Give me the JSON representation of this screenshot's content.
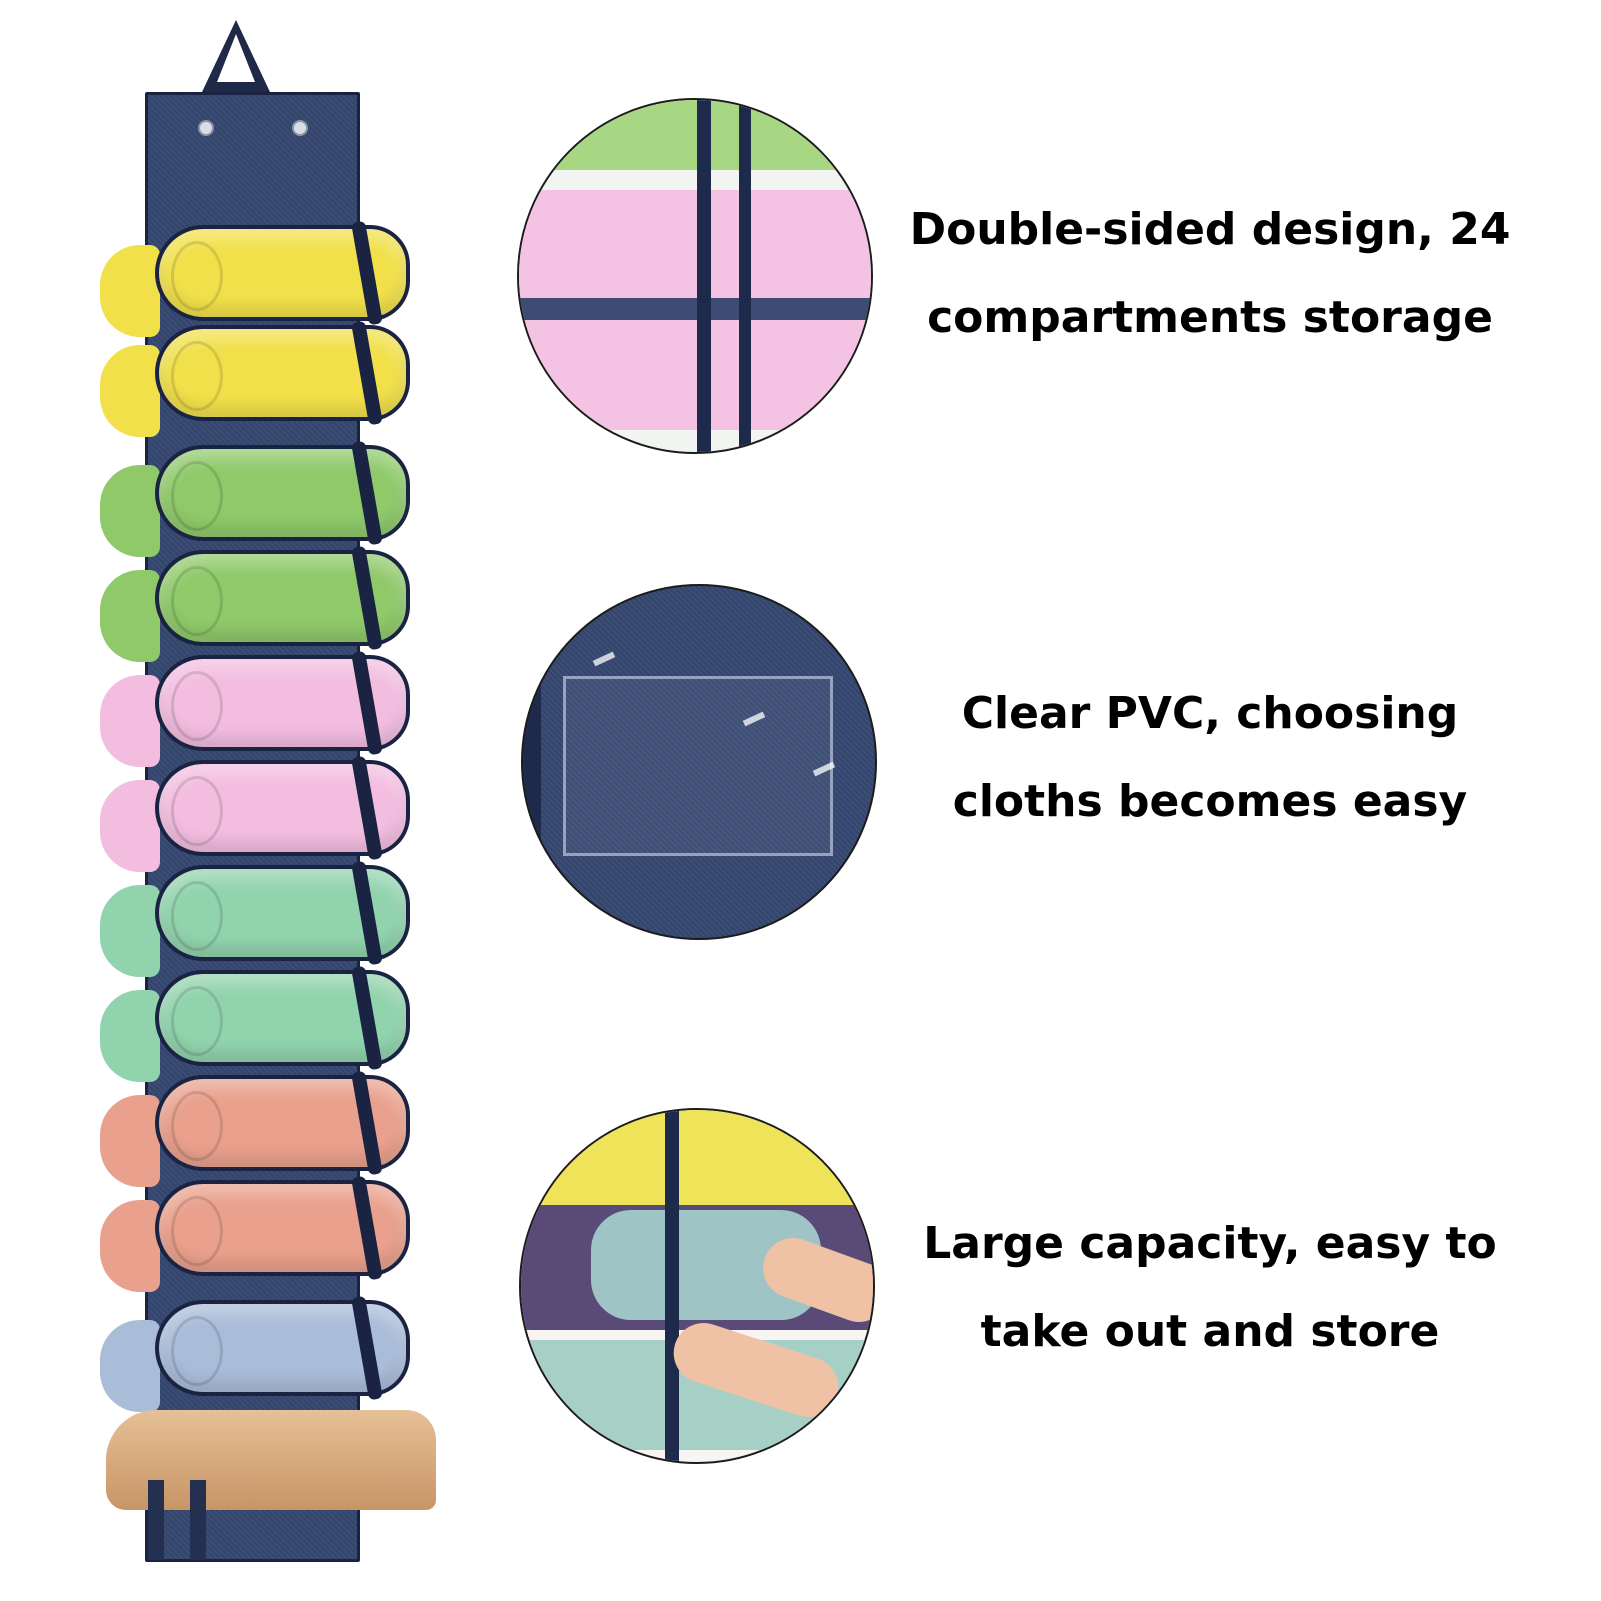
{
  "features": [
    {
      "lines": [
        "Double-sided design, 24",
        "compartments storage"
      ]
    },
    {
      "lines": [
        "Clear PVC, choosing",
        "cloths becomes easy"
      ]
    },
    {
      "lines": [
        "Large capacity, easy to",
        "take out and store"
      ]
    }
  ],
  "colors": {
    "denim": "#3b4c75",
    "trim": "#1a2442",
    "rolls": [
      "#f1e04a",
      "#f1e04a",
      "#8fc96a",
      "#8fc96a",
      "#f3bde0",
      "#f3bde0",
      "#91d3ad",
      "#91d3ad",
      "#e9a08c",
      "#e9a08c",
      "#a9bcd8"
    ]
  },
  "icons": [
    "hanging-organizer-illustration",
    "pink-rolls-closeup",
    "clear-pvc-pocket-closeup",
    "hand-taking-roll-closeup"
  ]
}
